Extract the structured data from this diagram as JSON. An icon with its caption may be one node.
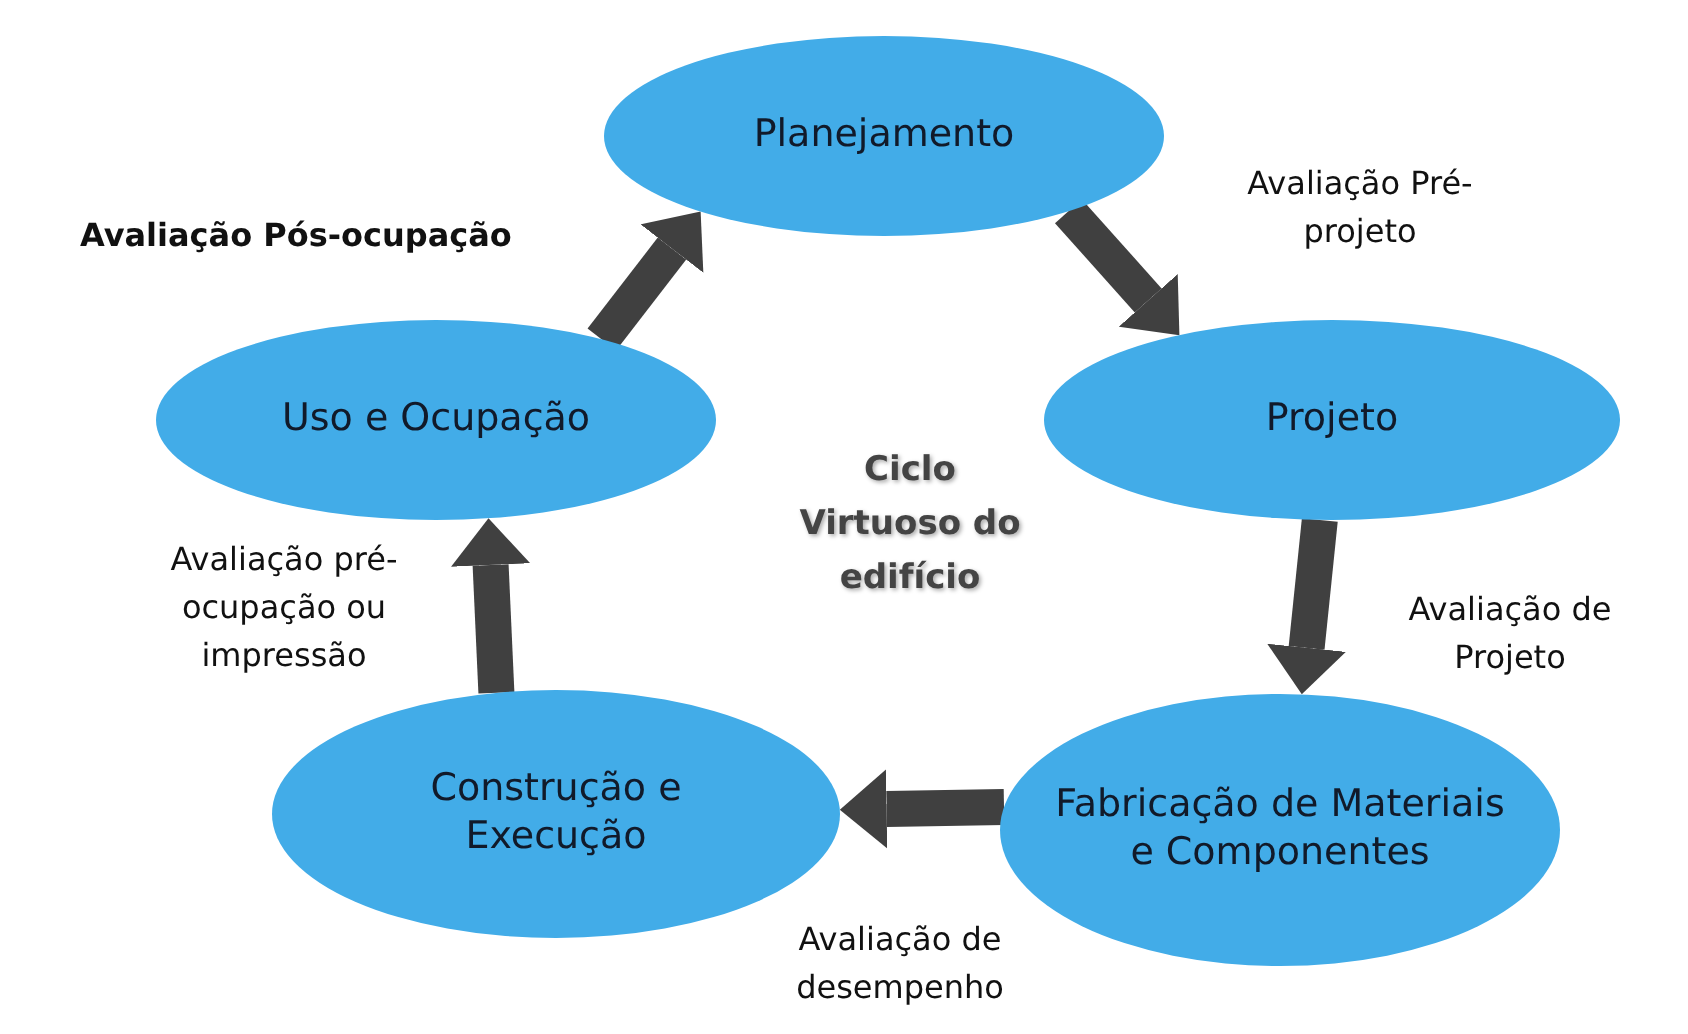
{
  "diagram": {
    "nodes": [
      {
        "text": [
          "Planejamento"
        ]
      },
      {
        "text": [
          "Projeto"
        ]
      },
      {
        "text": [
          "Fabricação de Materiais e Componentes"
        ]
      },
      {
        "text": [
          "Construção e Execução"
        ]
      },
      {
        "text": [
          "Uso e Ocupação"
        ]
      }
    ],
    "edges": [
      {
        "from": 0,
        "to": 1,
        "arrow": "to",
        "label": "Avaliação Pré-projeto"
      },
      {
        "from": 1,
        "to": 2,
        "arrow": "to",
        "label": "Avaliação de Projeto"
      },
      {
        "from": 2,
        "to": 3,
        "arrow": "to",
        "label": "Avaliação de desempenho"
      },
      {
        "from": 3,
        "to": 4,
        "arrow": "to",
        "label": "Avaliação pré-ocupação ou impressão"
      },
      {
        "from": 4,
        "to": 0,
        "arrow": "to",
        "label": "Avaliação Pós-ocupação"
      }
    ],
    "labels": [
      "Ciclo Virtuoso do edifício"
    ]
  }
}
